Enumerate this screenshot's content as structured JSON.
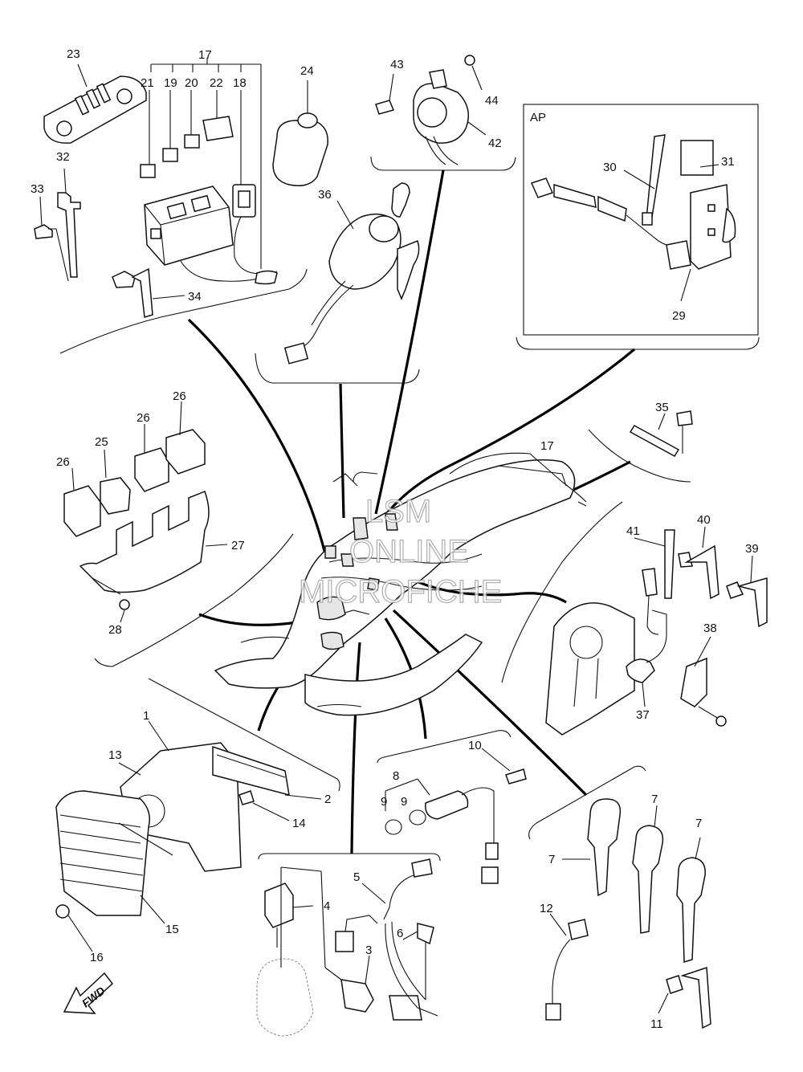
{
  "diagram": {
    "watermark_lines": [
      "LSM",
      "ONLINE",
      "MICROFICHE"
    ],
    "direction_label": "FWD",
    "box_label": "AP",
    "callouts": {
      "c1": "1",
      "c2": "2",
      "c3": "3",
      "c4": "4",
      "c5": "5",
      "c6": "6",
      "c7a": "7",
      "c7b": "7",
      "c7c": "7",
      "c8": "8",
      "c9a": "9",
      "c9b": "9",
      "c10": "10",
      "c11": "11",
      "c12": "12",
      "c13": "13",
      "c14": "14",
      "c15": "15",
      "c16": "16",
      "c17a": "17",
      "c17b": "17",
      "c18": "18",
      "c19": "19",
      "c20": "20",
      "c21": "21",
      "c22": "22",
      "c23": "23",
      "c24": "24",
      "c25": "25",
      "c26a": "26",
      "c26b": "26",
      "c26c": "26",
      "c27": "27",
      "c28": "28",
      "c29": "29",
      "c30": "30",
      "c31": "31",
      "c32": "32",
      "c33": "33",
      "c34": "34",
      "c35": "35",
      "c36": "36",
      "c37": "37",
      "c38": "38",
      "c39": "39",
      "c40": "40",
      "c41": "41",
      "c42": "42",
      "c43": "43",
      "c44": "44"
    }
  }
}
